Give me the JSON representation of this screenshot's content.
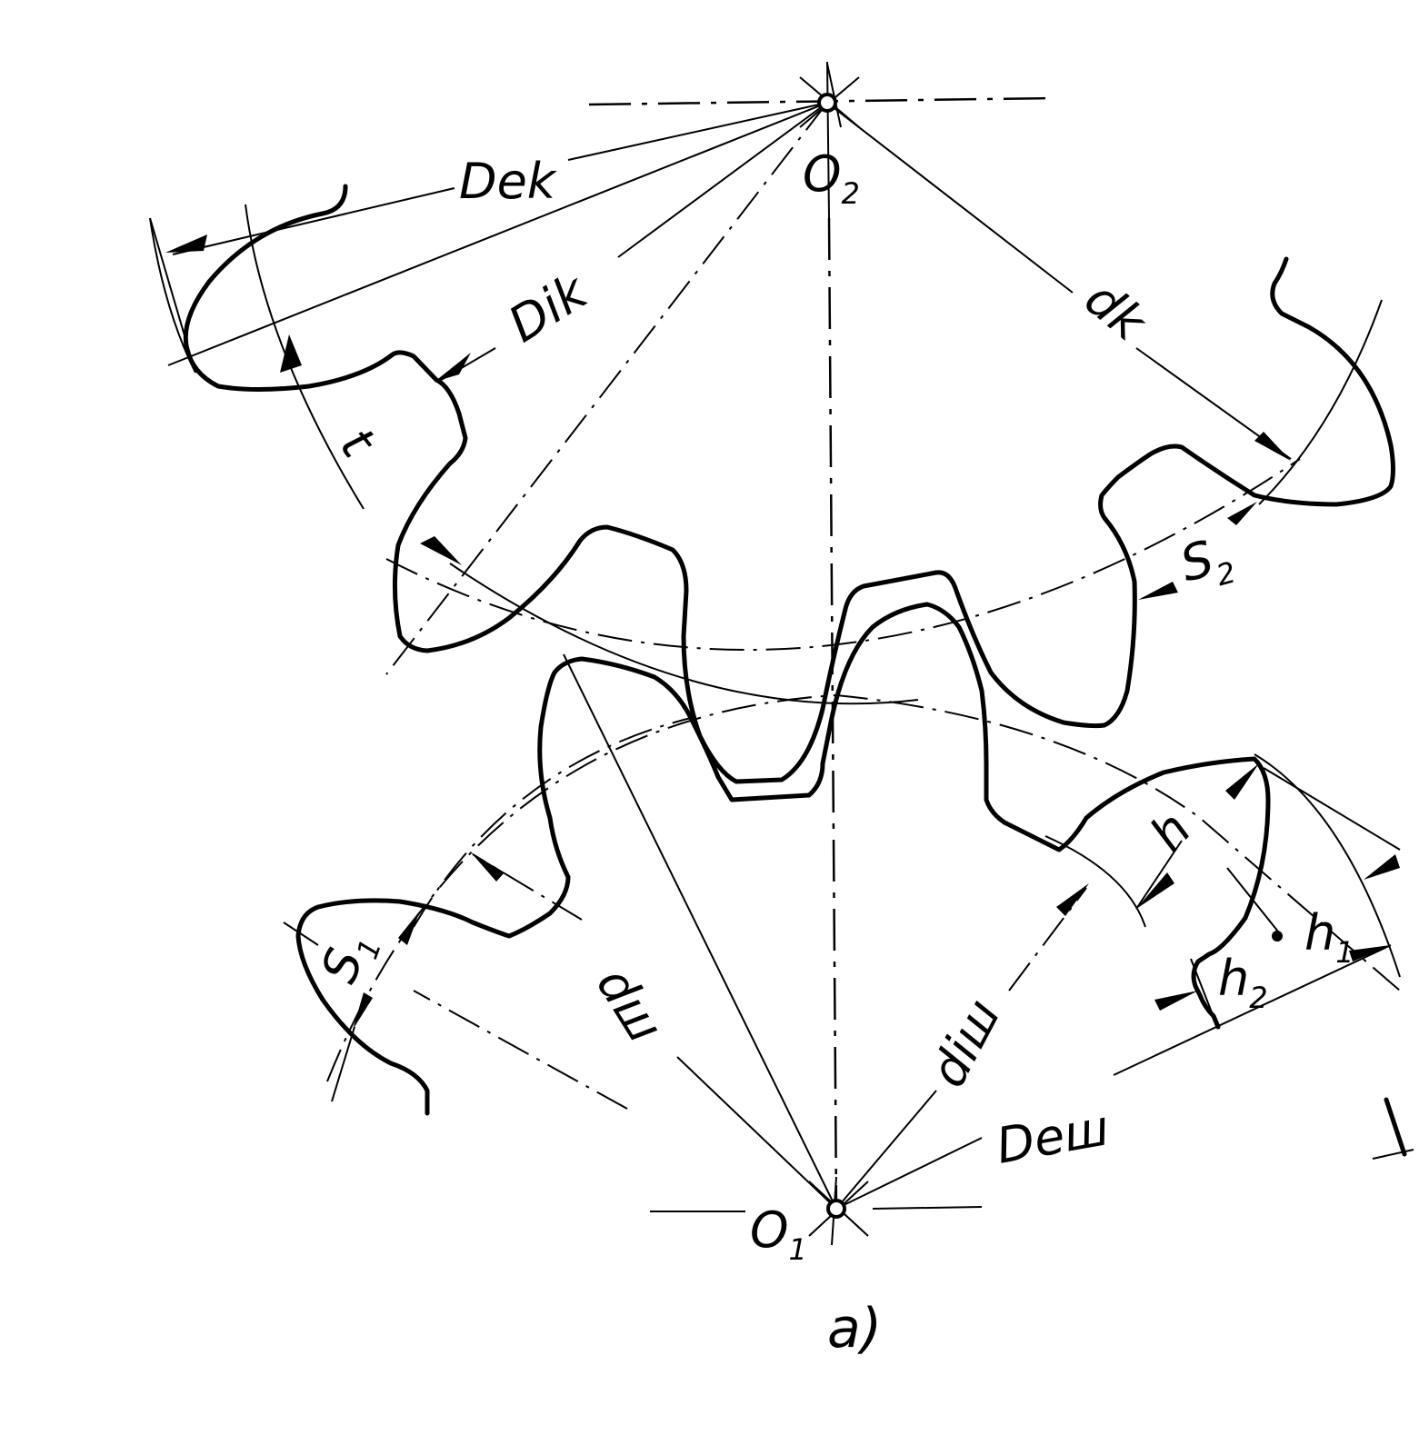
{
  "labels": {
    "O2": "O",
    "O2_sub": "2",
    "O1": "O",
    "O1_sub": "1",
    "Dek": "Dek",
    "Dik": "Dik",
    "dk": "dk",
    "t": "t",
    "S2": "S",
    "S2_sub": "2",
    "S1": "S",
    "S1_sub": "1",
    "h": "h",
    "h1": "h",
    "h1_sub": "1",
    "h2": "h",
    "h2_sub": "2",
    "dsh": "dш",
    "dish": "diш",
    "Desh": "Deш",
    "caption": "a)"
  },
  "colors": {
    "ink": "#000000",
    "paper": "#ffffff"
  }
}
